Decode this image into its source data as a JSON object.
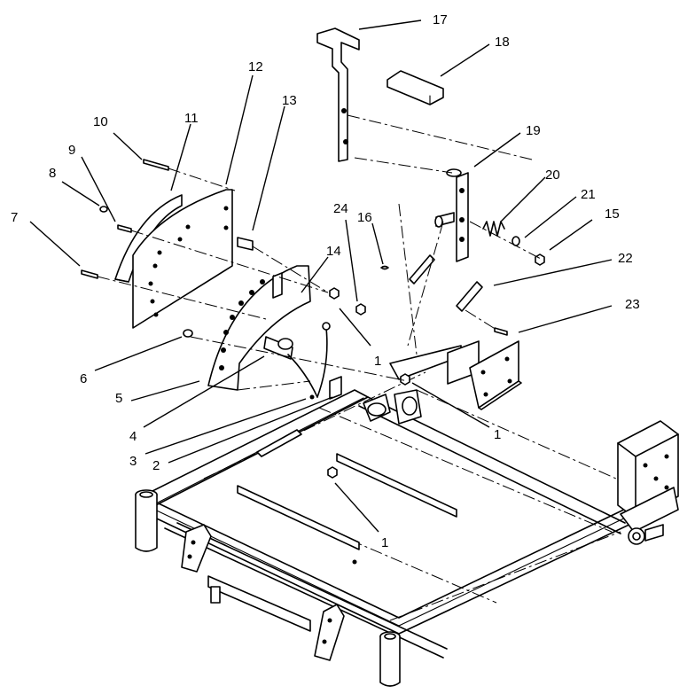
{
  "diagram": {
    "callouts": [
      "1",
      "1",
      "1",
      "2",
      "3",
      "4",
      "5",
      "6",
      "7",
      "8",
      "9",
      "10",
      "11",
      "12",
      "13",
      "14",
      "15",
      "16",
      "17",
      "18",
      "19",
      "20",
      "21",
      "22",
      "23",
      "24"
    ]
  },
  "colors": {
    "ink": "#000000",
    "paper": "#ffffff"
  }
}
